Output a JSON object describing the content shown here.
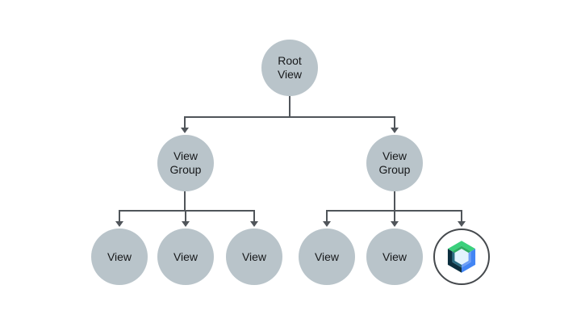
{
  "colors": {
    "background": "#ffffff",
    "node_fill": "#b9c4ca",
    "node_text": "#17191b",
    "connector": "#50555a",
    "logo_ring_border": "#45494d"
  },
  "tree": {
    "root": {
      "label": "Root View"
    },
    "level1": [
      {
        "label": "View Group"
      },
      {
        "label": "View Group"
      }
    ],
    "level2_left": [
      {
        "label": "View"
      },
      {
        "label": "View"
      },
      {
        "label": "View"
      }
    ],
    "level2_right": [
      {
        "label": "View"
      },
      {
        "label": "View"
      },
      {
        "icon": "jetpack-compose-logo"
      }
    ]
  },
  "logo": {
    "name": "jetpack-compose-logo",
    "colors": {
      "top_face": "#3bd07c",
      "top_bevel": "#2fae63",
      "right_face": "#4285f4",
      "right_bevel": "#6d9ff6",
      "left_face": "#0b2e3e",
      "left_bevel": "#2a6b82",
      "center": "#e2f3fd"
    }
  }
}
